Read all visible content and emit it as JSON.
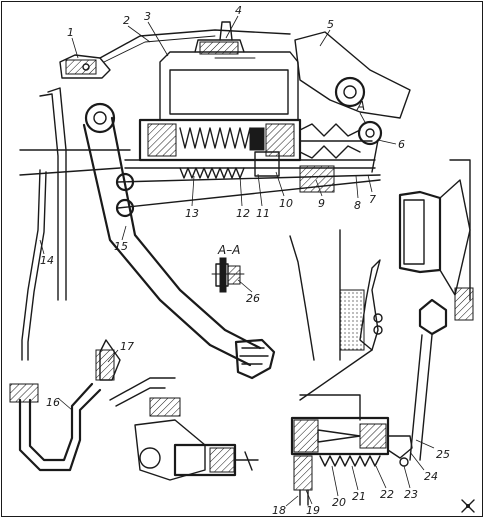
{
  "section_label": "А–А",
  "section_mark": "А",
  "callouts": [
    "1",
    "2",
    "3",
    "4",
    "5",
    "6",
    "7",
    "8",
    "9",
    "10",
    "11",
    "12",
    "13",
    "14",
    "15",
    "16",
    "17",
    "18",
    "19",
    "20",
    "21",
    "22",
    "23",
    "24",
    "25",
    "26"
  ]
}
